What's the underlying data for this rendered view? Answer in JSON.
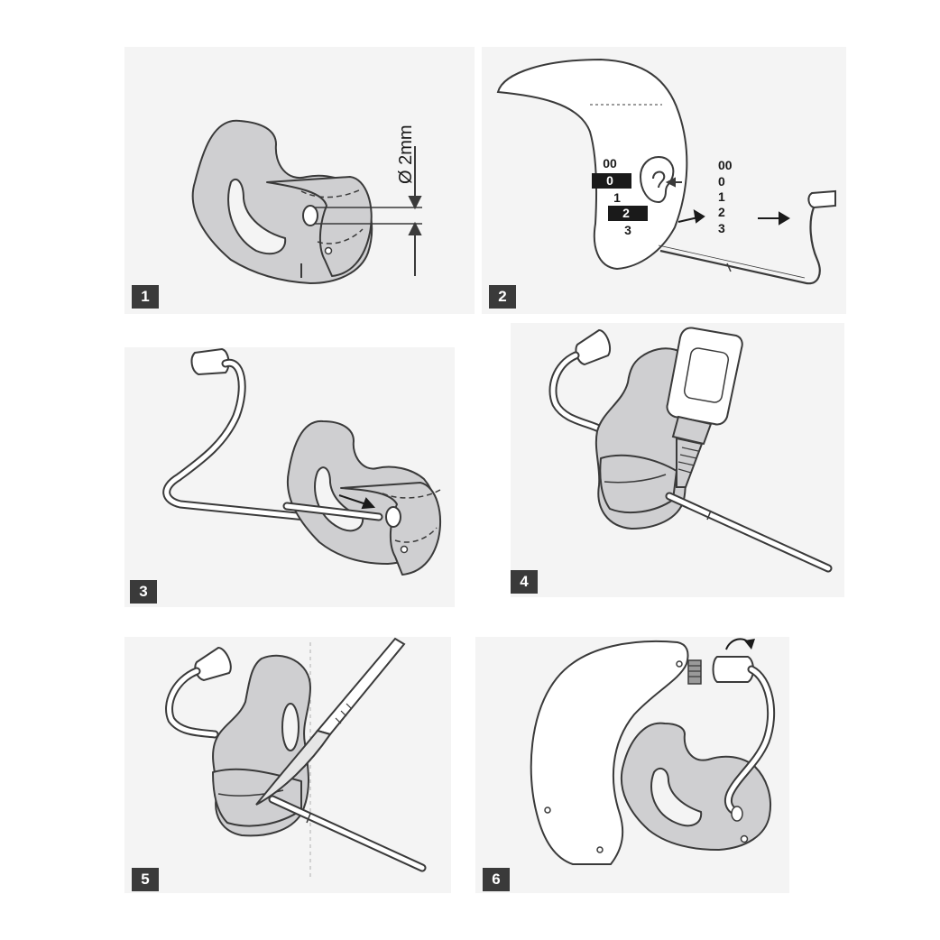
{
  "steps": [
    {
      "number": "1"
    },
    {
      "number": "2"
    },
    {
      "number": "3"
    },
    {
      "number": "4"
    },
    {
      "number": "5"
    },
    {
      "number": "6"
    }
  ],
  "step1": {
    "diameter_label": "Ø 2mm"
  },
  "step2": {
    "left_sizes": [
      "00",
      "0",
      "1",
      "2",
      "3"
    ],
    "right_sizes": [
      "00",
      "0",
      "1",
      "2",
      "3"
    ]
  },
  "colors": {
    "mold_fill": "#cfcfd1",
    "outline": "#3a3a3a",
    "panel_bg": "#f4f4f4",
    "badge": "#3a3a3a"
  }
}
